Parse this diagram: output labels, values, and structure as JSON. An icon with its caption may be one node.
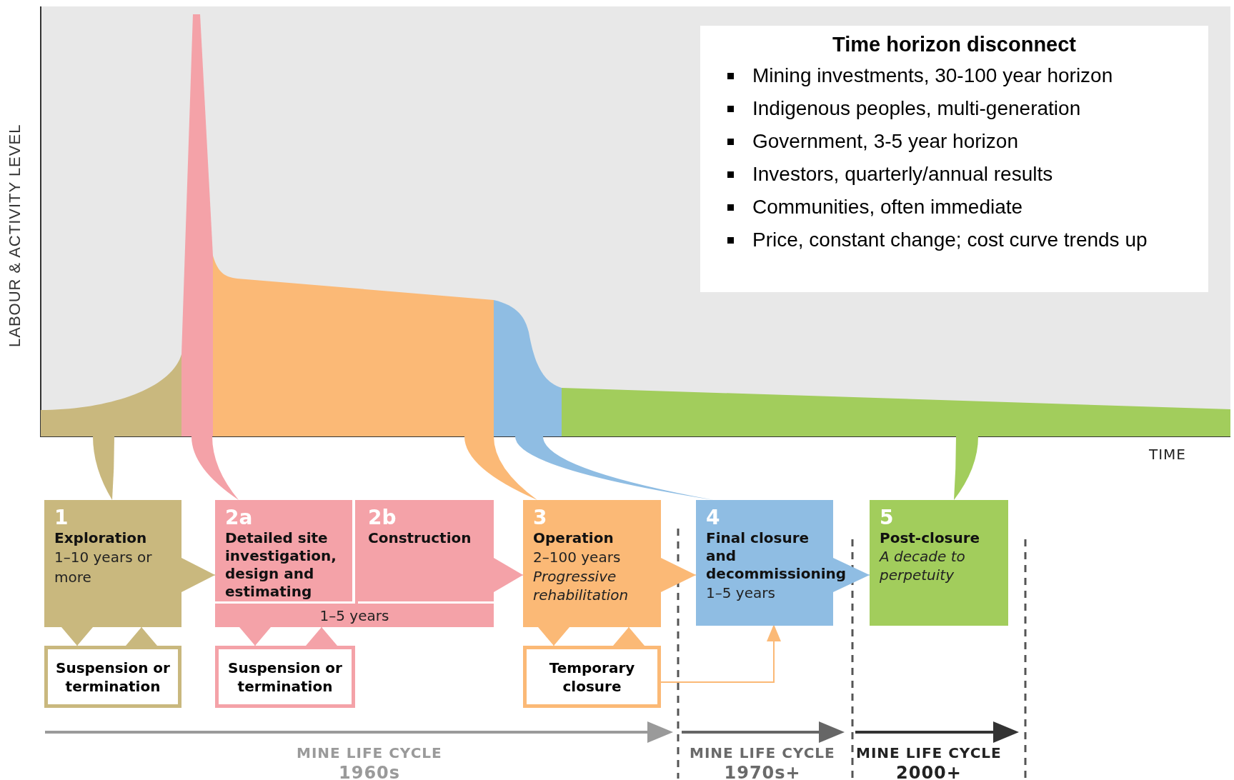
{
  "diagram": {
    "nodes": [
      {
        "text": [
          "Time horizon disconnect",
          "Mining investments, 30-100 year horizon",
          "Indigenous peoples, multi-generation",
          "Government, 3-5 year horizon",
          "Investors, quarterly/annual results",
          "Communities, often immediate",
          "Price, constant change; cost curve trends up"
        ]
      },
      {
        "text": [],
        "shape": "area"
      },
      {
        "text": [],
        "shape": "area"
      },
      {
        "text": [],
        "shape": "area"
      },
      {
        "text": [],
        "shape": "area"
      },
      {
        "text": [],
        "shape": "area"
      },
      {
        "text": [
          "1",
          "Exploration",
          "1–10 years or more"
        ]
      },
      {
        "text": [
          "1–5 years"
        ]
      },
      {
        "text": [
          "2a",
          "Detailed site investigation, design and estimating"
        ],
        "in": 7
      },
      {
        "text": [
          "2b",
          "Construction"
        ],
        "in": 7
      },
      {
        "text": [
          "3",
          "Operation",
          "2–100 years",
          "Progressive rehabilitation"
        ]
      },
      {
        "text": [
          "4",
          "Final closure and decommissioning",
          "1–5 years"
        ]
      },
      {
        "text": [
          "5",
          "Post-closure",
          "A decade to perpetuity"
        ]
      },
      {
        "text": [
          "Suspension or termination"
        ]
      },
      {
        "text": [
          "Suspension or termination"
        ]
      },
      {
        "text": [
          "Temporary closure"
        ]
      }
    ],
    "edges": [
      {
        "from": 1,
        "to": 6,
        "arrow": "none",
        "color": "#c9b87e"
      },
      {
        "from": 2,
        "to": 8,
        "arrow": "none",
        "color": "#f4a2a8"
      },
      {
        "from": 3,
        "to": 10,
        "arrow": "none",
        "color": "#fbb976"
      },
      {
        "from": 4,
        "to": 11,
        "arrow": "none",
        "color": "#8fbde3"
      },
      {
        "from": 5,
        "to": 12,
        "arrow": "none",
        "color": "#a2cd5c"
      },
      {
        "from": 6,
        "to": 7,
        "arrow": "to",
        "color": "#c9b87e"
      },
      {
        "from": 9,
        "to": 10,
        "arrow": "to",
        "color": "#f4a2a8"
      },
      {
        "from": 10,
        "to": 11,
        "arrow": "to",
        "color": "#fbb976"
      },
      {
        "from": 11,
        "to": 12,
        "arrow": "to",
        "color": "#8fbde3"
      },
      {
        "from": 6,
        "to": 13,
        "arrow": "to",
        "color": "#c9b87e"
      },
      {
        "from": 13,
        "to": 6,
        "arrow": "to",
        "color": "#c9b87e"
      },
      {
        "from": 7,
        "to": 14,
        "arrow": "to",
        "color": "#f4a2a8"
      },
      {
        "from": 14,
        "to": 7,
        "arrow": "to",
        "color": "#f4a2a8"
      },
      {
        "from": 10,
        "to": 15,
        "arrow": "to",
        "color": "#fbb976"
      },
      {
        "from": 15,
        "to": 10,
        "arrow": "to",
        "color": "#fbb976"
      },
      {
        "from": 15,
        "to": 11,
        "arrow": "to",
        "color": "#fbb976"
      }
    ],
    "labels": [
      "LABOUR & ACTIVITY LEVEL",
      "TIME",
      "MINE LIFE CYCLE",
      "1960s",
      "MINE LIFE CYCLE",
      "1970s+",
      "MINE LIFE CYCLE",
      "2000+"
    ]
  }
}
